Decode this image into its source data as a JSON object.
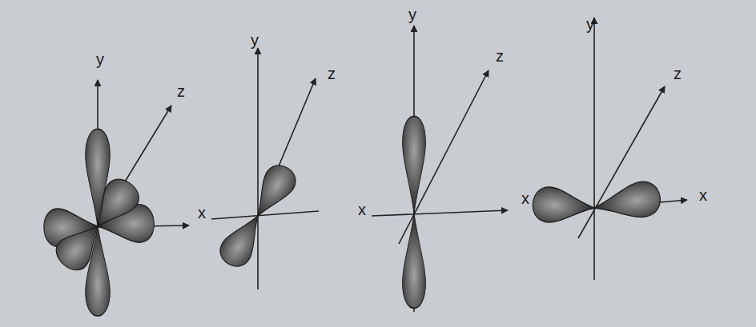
{
  "diagram": {
    "labels": [
      "y",
      "z",
      "y",
      "z",
      "x",
      "y",
      "z",
      "x",
      "y",
      "z",
      "x",
      "x"
    ]
  }
}
